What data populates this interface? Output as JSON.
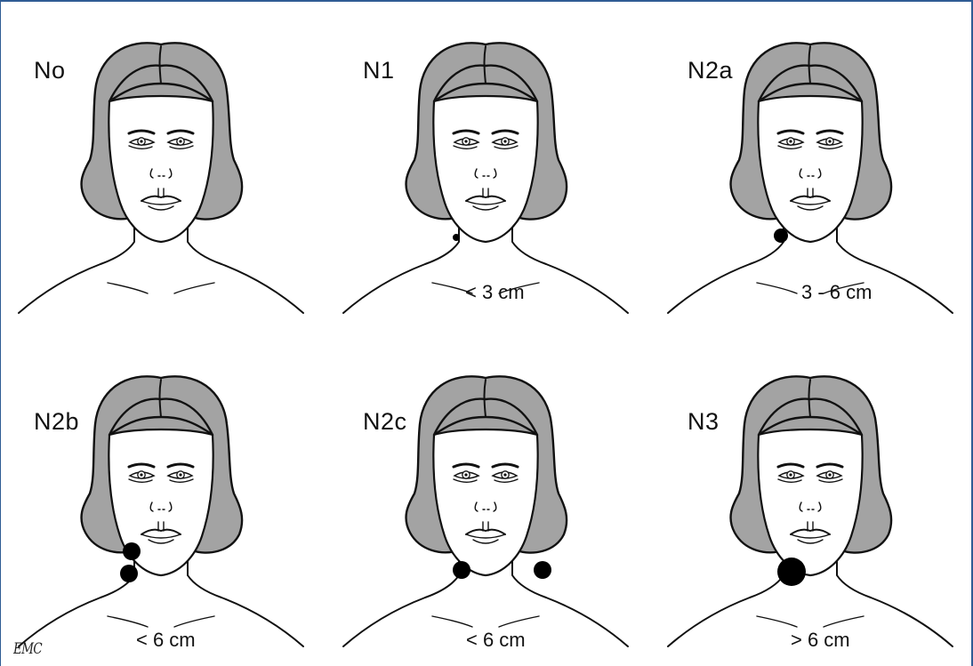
{
  "panels": [
    {
      "stage": "No",
      "size_label": ""
    },
    {
      "stage": "N1",
      "size_label": "< 3 cm"
    },
    {
      "stage": "N2a",
      "size_label": "3 - 6 cm"
    },
    {
      "stage": "N2b",
      "size_label": "< 6 cm"
    },
    {
      "stage": "N2c",
      "size_label": "< 6 cm"
    },
    {
      "stage": "N3",
      "size_label": "> 6 cm"
    }
  ],
  "signature": "EMC",
  "colors": {
    "border": "#2f5c94",
    "hair": "#a3a3a3",
    "node": "#000000"
  }
}
